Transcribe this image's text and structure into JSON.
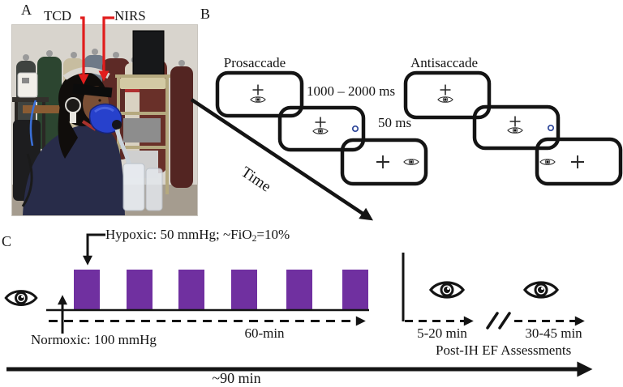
{
  "figure": {
    "panel_a_label": "A",
    "panel_b_label": "B",
    "panel_c_label": "C"
  },
  "panel_a": {
    "tcd_label": "TCD",
    "nirs_label": "NIRS",
    "icons": [
      "tcd-arrow",
      "nirs-arrow",
      "participant-photo"
    ]
  },
  "panel_b": {
    "prosaccade_title": "Prosaccade",
    "antisaccade_title": "Antisaccade",
    "fixation_duration": "1000 – 2000 ms",
    "target_duration": "50 ms",
    "time_axis_label": "Time",
    "icons": [
      "fixation-cross",
      "eye-icon",
      "target-circle",
      "time-arrow"
    ],
    "prosaccade_screens": 3,
    "antisaccade_screens": 3
  },
  "panel_c": {
    "hypoxic_label_prefix": "Hypoxic: 50 mmHg; ~FiO",
    "hypoxic_label_sub": "2",
    "hypoxic_label_suffix": "=10%",
    "normoxic_label": "Normoxic: 100 mmHg",
    "ih_duration_label": "60-min",
    "num_hypoxic_episodes": 6,
    "post_assessment_1_label": "5-20 min",
    "post_assessment_2_label": "30-45 min",
    "post_assessment_title": "Post-IH EF Assessments",
    "total_duration_label": "~90 min",
    "icons": [
      "eye-icon",
      "hypoxia-bar",
      "timeline-break",
      "timeline-arrow"
    ]
  },
  "colors": {
    "accent_purple": "#7030A0",
    "arrow_red": "#e11d1d",
    "target_blue": "#2e4699",
    "ink": "#141414"
  }
}
